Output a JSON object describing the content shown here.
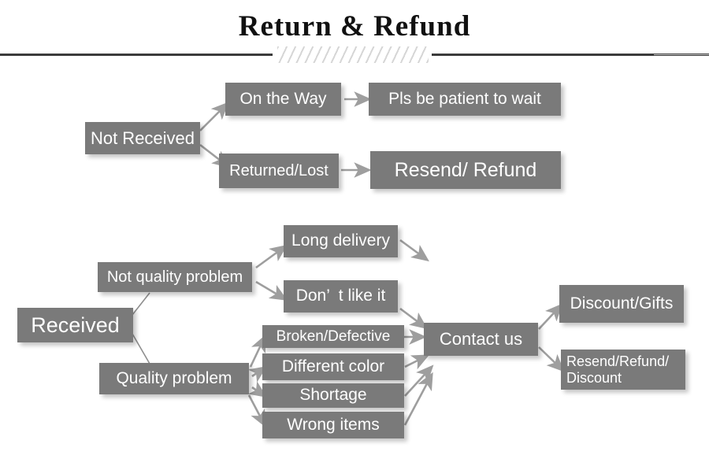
{
  "header": {
    "title": "Return & Refund",
    "divider_icon": "hatched-divider"
  },
  "diagram": {
    "type": "flowchart",
    "box_color": "#7a7a7a",
    "text_color": "#ffffff",
    "arrow_color": "#9a9a9a",
    "branches": {
      "not_received": {
        "root": "Not Received",
        "children": [
          {
            "label": "On the Way",
            "result": "Pls be patient to wait"
          },
          {
            "label": "Returned/Lost",
            "result": "Resend/ Refund"
          }
        ]
      },
      "received": {
        "root": "Received",
        "children": [
          {
            "label": "Not quality problem",
            "reasons": [
              "Long delivery",
              "Don’  t like it"
            ]
          },
          {
            "label": "Quality problem",
            "reasons": [
              "Broken/Defective",
              "Different color",
              "Shortage",
              "Wrong items"
            ]
          }
        ],
        "action": "Contact us",
        "outcomes": [
          "Discount/Gifts",
          "Resend/Refund/\nDiscount"
        ]
      }
    },
    "nodes": {
      "not_received": "Not Received",
      "on_the_way": "On the Way",
      "pls_wait": "Pls be patient to wait",
      "returned_lost": "Returned/Lost",
      "resend_refund": "Resend/ Refund",
      "received": "Received",
      "not_quality_problem": "Not quality problem",
      "quality_problem": "Quality problem",
      "long_delivery": "Long delivery",
      "dont_like_it": "Don’  t like it",
      "broken_defective": "Broken/Defective",
      "different_color": "Different color",
      "shortage": "Shortage",
      "wrong_items": "Wrong items",
      "contact_us": "Contact us",
      "discount_gifts": "Discount/Gifts",
      "resend_refund_discount": "Resend/Refund/\nDiscount"
    }
  }
}
